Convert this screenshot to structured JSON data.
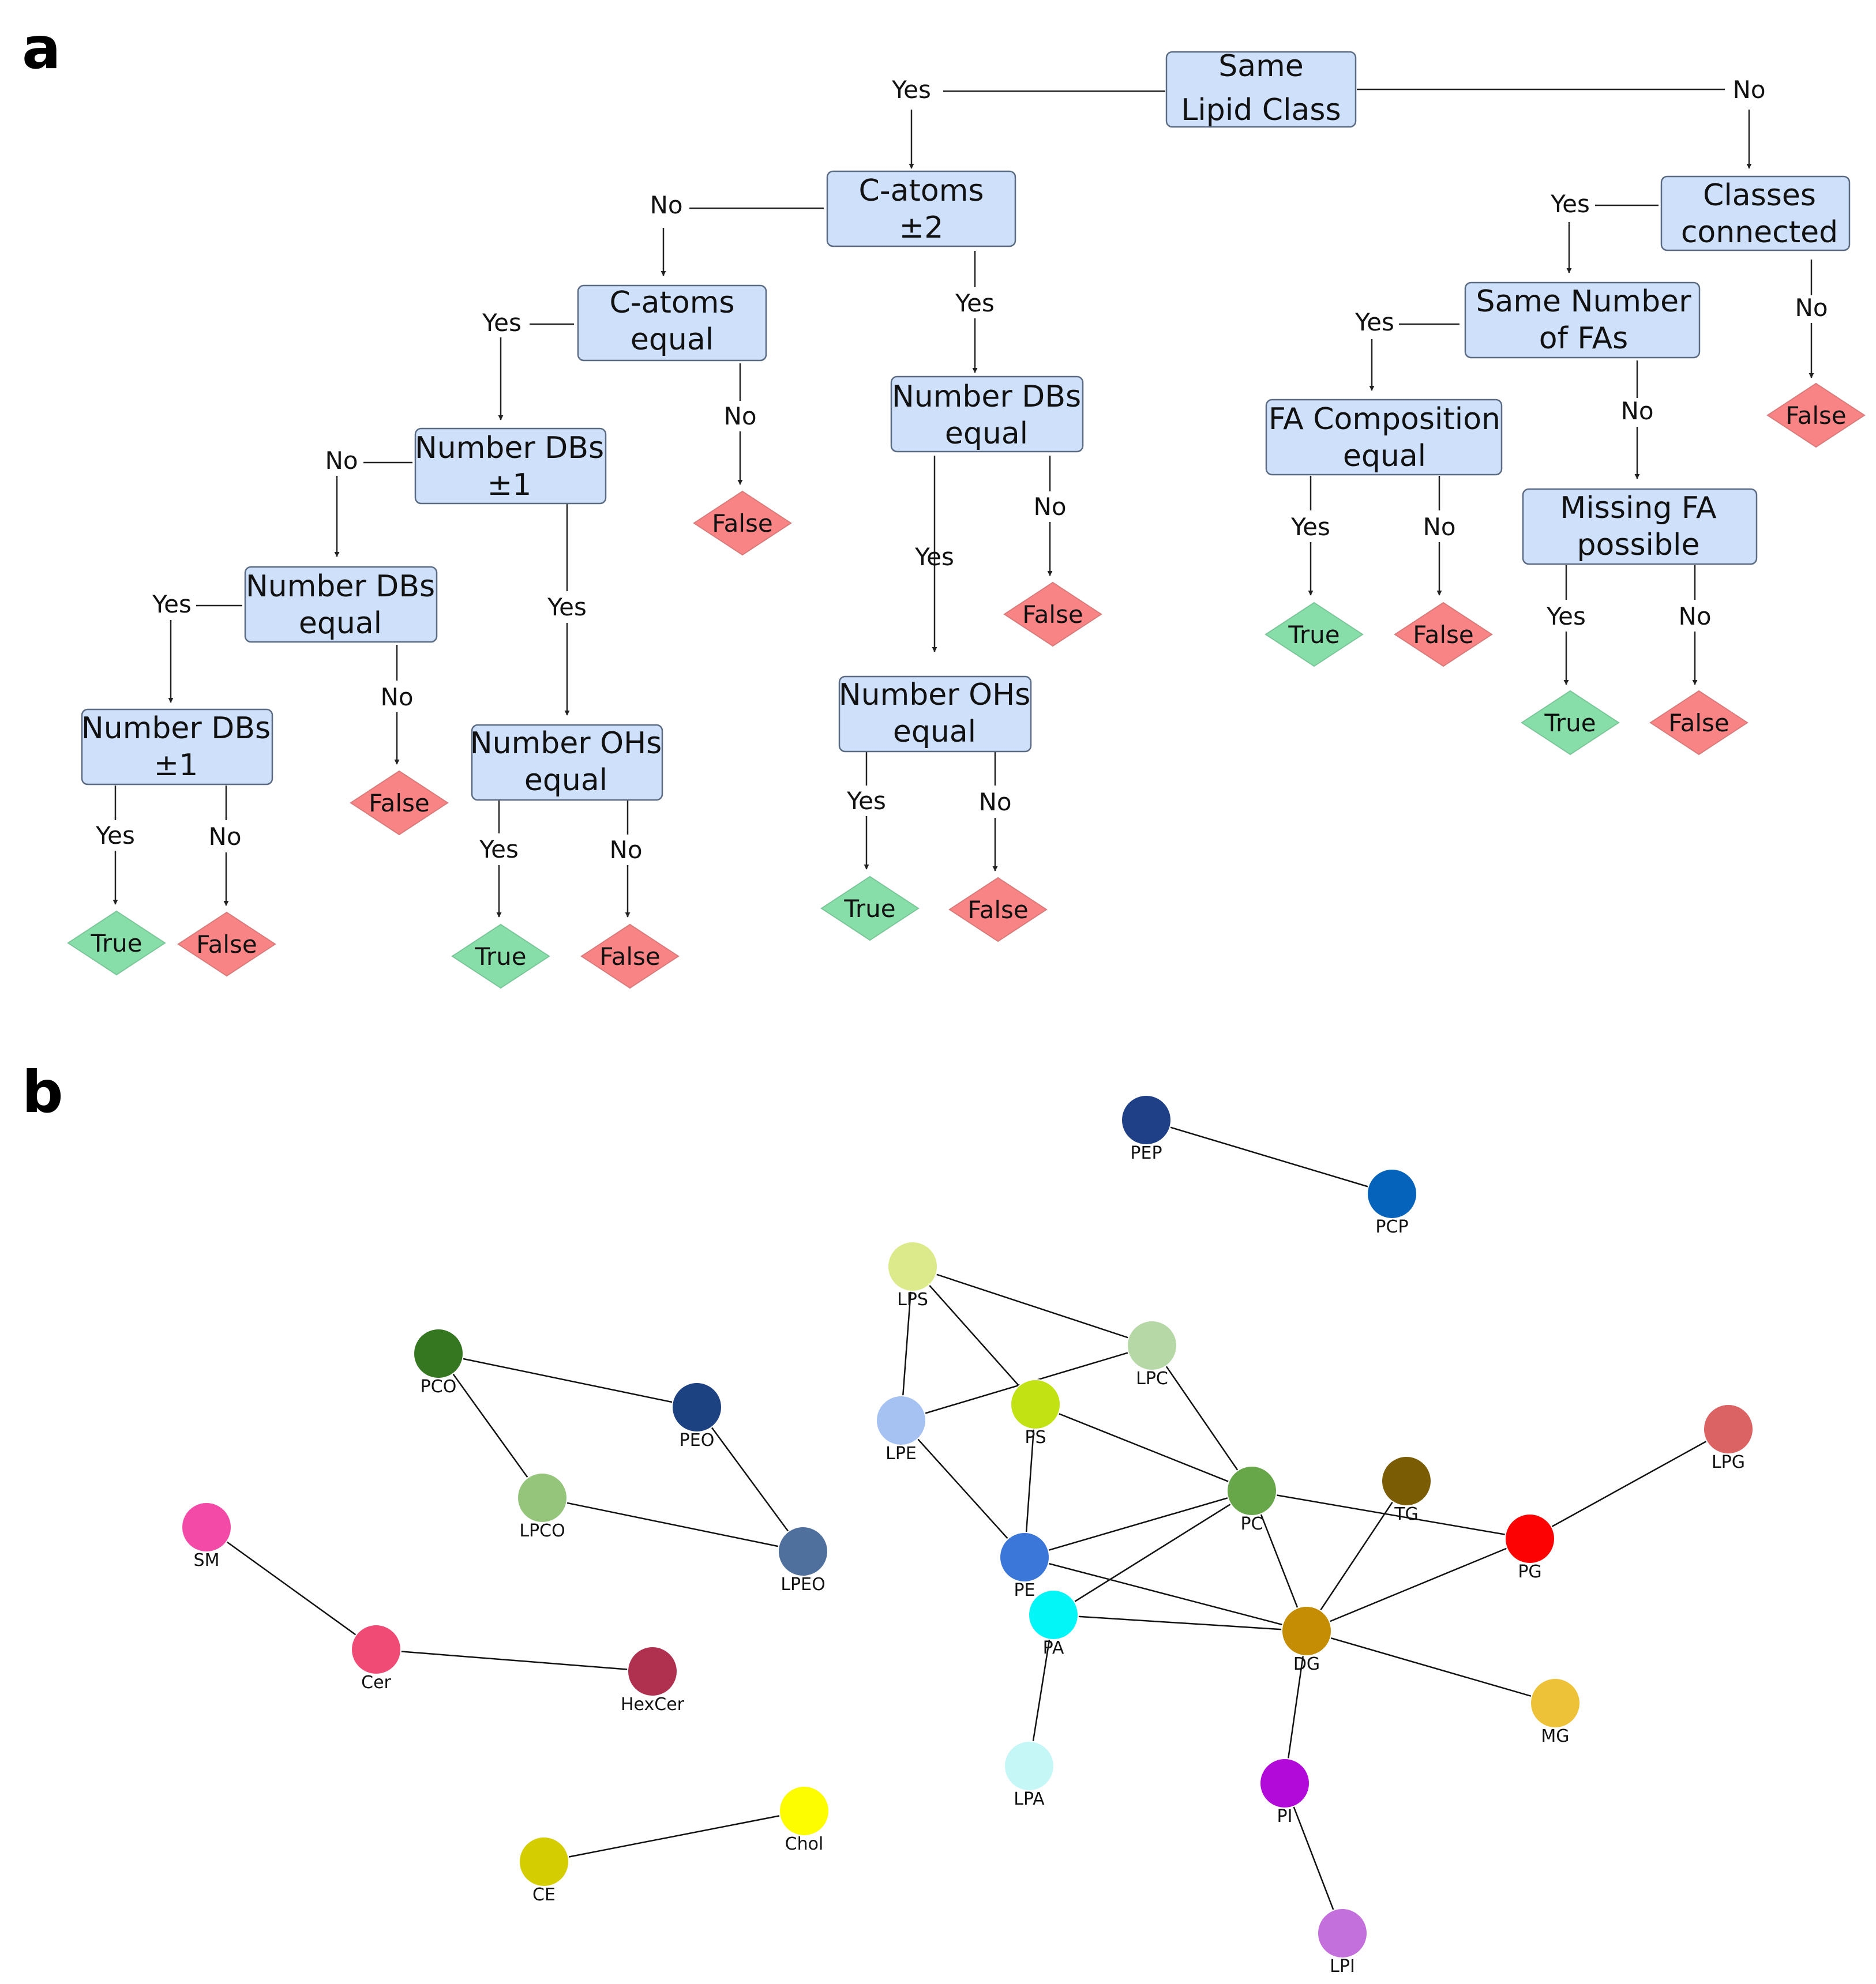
{
  "panel_a": {
    "letter": "a",
    "boxes": {
      "root": [
        "Same",
        "Lipid Class"
      ],
      "catoms2": [
        "C-atoms",
        "±2"
      ],
      "classes": [
        "Classes",
        "connected"
      ],
      "catomsEq": [
        "C-atoms",
        "equal"
      ],
      "ndbEqA": [
        "Number DBs",
        "equal"
      ],
      "samefa": [
        "Same Number",
        "of FAs"
      ],
      "ndb1": [
        "Number DBs",
        "±1"
      ],
      "facomp": [
        "FA Composition",
        "equal"
      ],
      "missing": [
        "Missing FA",
        "possible"
      ],
      "ndbEqB": [
        "Number DBs",
        "equal"
      ],
      "nohA": [
        "Number OHs",
        "equal"
      ],
      "ndb1b": [
        "Number DBs",
        "±1"
      ],
      "nohB": [
        "Number OHs",
        "equal"
      ]
    },
    "yes": "Yes",
    "no": "No",
    "true_label": "True",
    "false_label": "False"
  },
  "panel_b": {
    "letter": "b",
    "nodes": [
      {
        "id": "PEP",
        "label": "PEP",
        "color": "#1f3f86"
      },
      {
        "id": "PCP",
        "label": "PCP",
        "color": "#0563bb"
      },
      {
        "id": "LPS",
        "label": "LPS",
        "color": "#dcea8b"
      },
      {
        "id": "LPC",
        "label": "LPC",
        "color": "#b6d8a6"
      },
      {
        "id": "PS",
        "label": "PS",
        "color": "#c2e213"
      },
      {
        "id": "LPE",
        "label": "LPE",
        "color": "#a6c2f2"
      },
      {
        "id": "PC",
        "label": "PC",
        "color": "#67a74a"
      },
      {
        "id": "TG",
        "label": "TG",
        "color": "#7a5c05"
      },
      {
        "id": "LPG",
        "label": "LPG",
        "color": "#dc6364"
      },
      {
        "id": "PG",
        "label": "PG",
        "color": "#fc0202"
      },
      {
        "id": "PE",
        "label": "PE",
        "color": "#3b76d9"
      },
      {
        "id": "PA",
        "label": "PA",
        "color": "#03f6f7"
      },
      {
        "id": "DG",
        "label": "DG",
        "color": "#c48d03"
      },
      {
        "id": "MG",
        "label": "MG",
        "color": "#eec238"
      },
      {
        "id": "LPA",
        "label": "LPA",
        "color": "#c6f7f7"
      },
      {
        "id": "PI",
        "label": "PI",
        "color": "#b20bd9"
      },
      {
        "id": "LPI",
        "label": "LPI",
        "color": "#c36fdc"
      },
      {
        "id": "PCO",
        "label": "PCO",
        "color": "#357720"
      },
      {
        "id": "PEO",
        "label": "PEO",
        "color": "#1d4282"
      },
      {
        "id": "LPCO",
        "label": "LPCO",
        "color": "#95c47b"
      },
      {
        "id": "LPEO",
        "label": "LPEO",
        "color": "#4f6f9c"
      },
      {
        "id": "SM",
        "label": "SM",
        "color": "#f24aa6"
      },
      {
        "id": "Cer",
        "label": "Cer",
        "color": "#ef4b75"
      },
      {
        "id": "HexCer",
        "label": "HexCer",
        "color": "#b0314f"
      },
      {
        "id": "Chol",
        "label": "Chol",
        "color": "#fdfd00"
      },
      {
        "id": "CE",
        "label": "CE",
        "color": "#d3cd02"
      }
    ],
    "edges": [
      [
        "PEP",
        "PCP"
      ],
      [
        "LPS",
        "LPC"
      ],
      [
        "LPS",
        "PS"
      ],
      [
        "LPS",
        "LPE"
      ],
      [
        "LPE",
        "LPC"
      ],
      [
        "LPE",
        "PE"
      ],
      [
        "LPC",
        "PC"
      ],
      [
        "PS",
        "PC"
      ],
      [
        "PS",
        "PE"
      ],
      [
        "PE",
        "PC"
      ],
      [
        "PE",
        "DG"
      ],
      [
        "PA",
        "PC"
      ],
      [
        "PA",
        "DG"
      ],
      [
        "PA",
        "LPA"
      ],
      [
        "PC",
        "PG"
      ],
      [
        "PC",
        "DG"
      ],
      [
        "TG",
        "DG"
      ],
      [
        "PG",
        "DG"
      ],
      [
        "PG",
        "LPG"
      ],
      [
        "DG",
        "MG"
      ],
      [
        "DG",
        "PI"
      ],
      [
        "PI",
        "LPI"
      ],
      [
        "PCO",
        "PEO"
      ],
      [
        "PCO",
        "LPCO"
      ],
      [
        "PEO",
        "LPEO"
      ],
      [
        "LPCO",
        "LPEO"
      ],
      [
        "SM",
        "Cer"
      ],
      [
        "Cer",
        "HexCer"
      ],
      [
        "Chol",
        "CE"
      ]
    ]
  }
}
